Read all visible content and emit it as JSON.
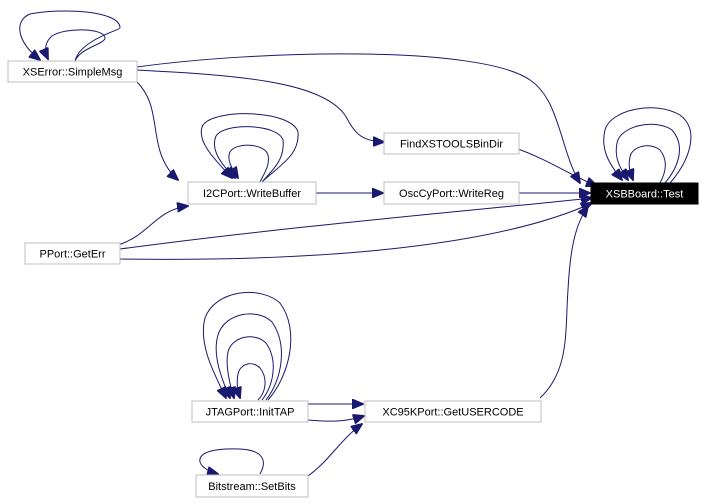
{
  "colors": {
    "edge": "#191970",
    "node_border": "#bfbfbf",
    "focus_fill": "#000000",
    "focus_text": "#ffffff"
  },
  "nodes": {
    "xserror_simplemsg": "XSError::SimpleMsg",
    "findxstoolsbindir": "FindXSTOOLSBinDir",
    "i2cport_writebuffer": "I2CPort::WriteBuffer",
    "oscc_yport_writereg": "OscCyPort::WriteReg",
    "xsbboard_test": "XSBBoard::Test",
    "pport_geterr": "PPort::GetErr",
    "jtagport_inittap": "JTAGPort::InitTAP",
    "xc95kport_getusercode": "XC95KPort::GetUSERCODE",
    "bitstream_setbits": "Bitstream::SetBits"
  }
}
